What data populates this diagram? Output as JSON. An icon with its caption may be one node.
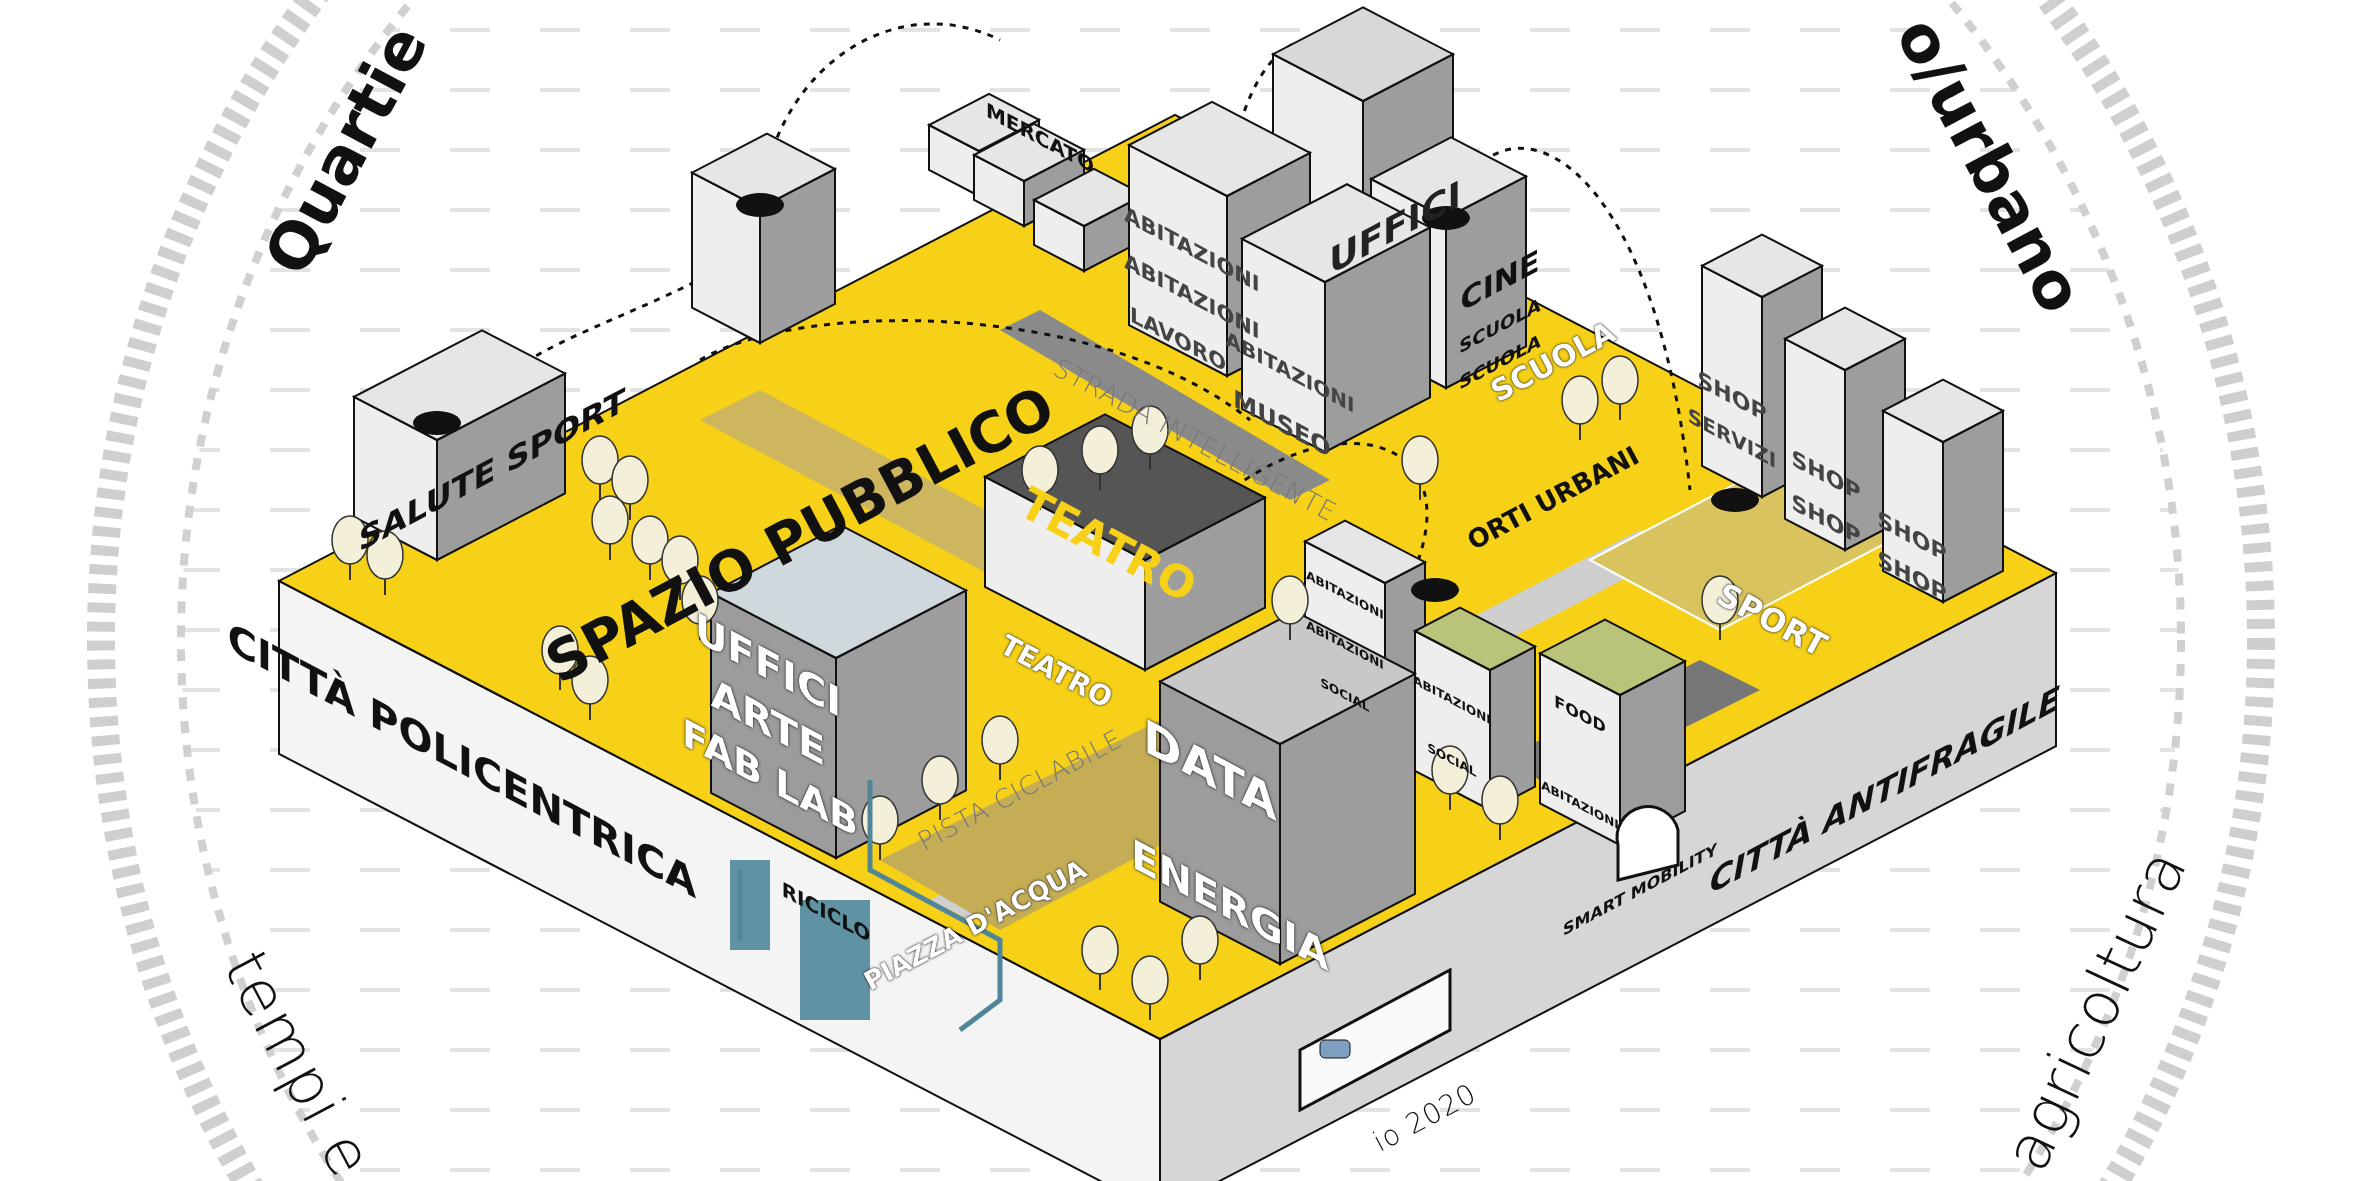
{
  "diagram": {
    "labels": [
      "Quartie",
      "MERCATO",
      "o/urbano",
      "ABITAZIONI",
      "UFFICI",
      "CINE",
      "ABITAZIONI",
      "SCUOLA",
      "LAVORO",
      "SCUOLA",
      "SCUOLA",
      "ABITAZIONI",
      "SHOP",
      "MUSEO",
      "SERVIZI",
      "STRADA INTELLIGENTE",
      "SALUTE SPORT",
      "SHOP",
      "ORTI URBANI",
      "SHOP",
      "SPAZIO PUBBLICO",
      "TEATRO",
      "SHOP",
      "SHOP",
      "ABITAZIONI",
      "SPORT",
      "ABITAZIONI",
      "UFFICI",
      "SOCIAL",
      "ABITAZIONI",
      "TEATRO",
      "FOOD",
      "ARTE",
      "SOCIAL",
      "PISTA CICLABILE",
      "DATA",
      "FAB LAB",
      "CITTÀ POLICENTRICA",
      "ABITAZIONI",
      "CITTÀ ANTIFRAGILE",
      "PIAZZA D'ACQUA",
      "SMART MOBILITY",
      "ENERGIA",
      "RICICLO",
      "agricoltura",
      "tempi e",
      "io 2020"
    ]
  }
}
